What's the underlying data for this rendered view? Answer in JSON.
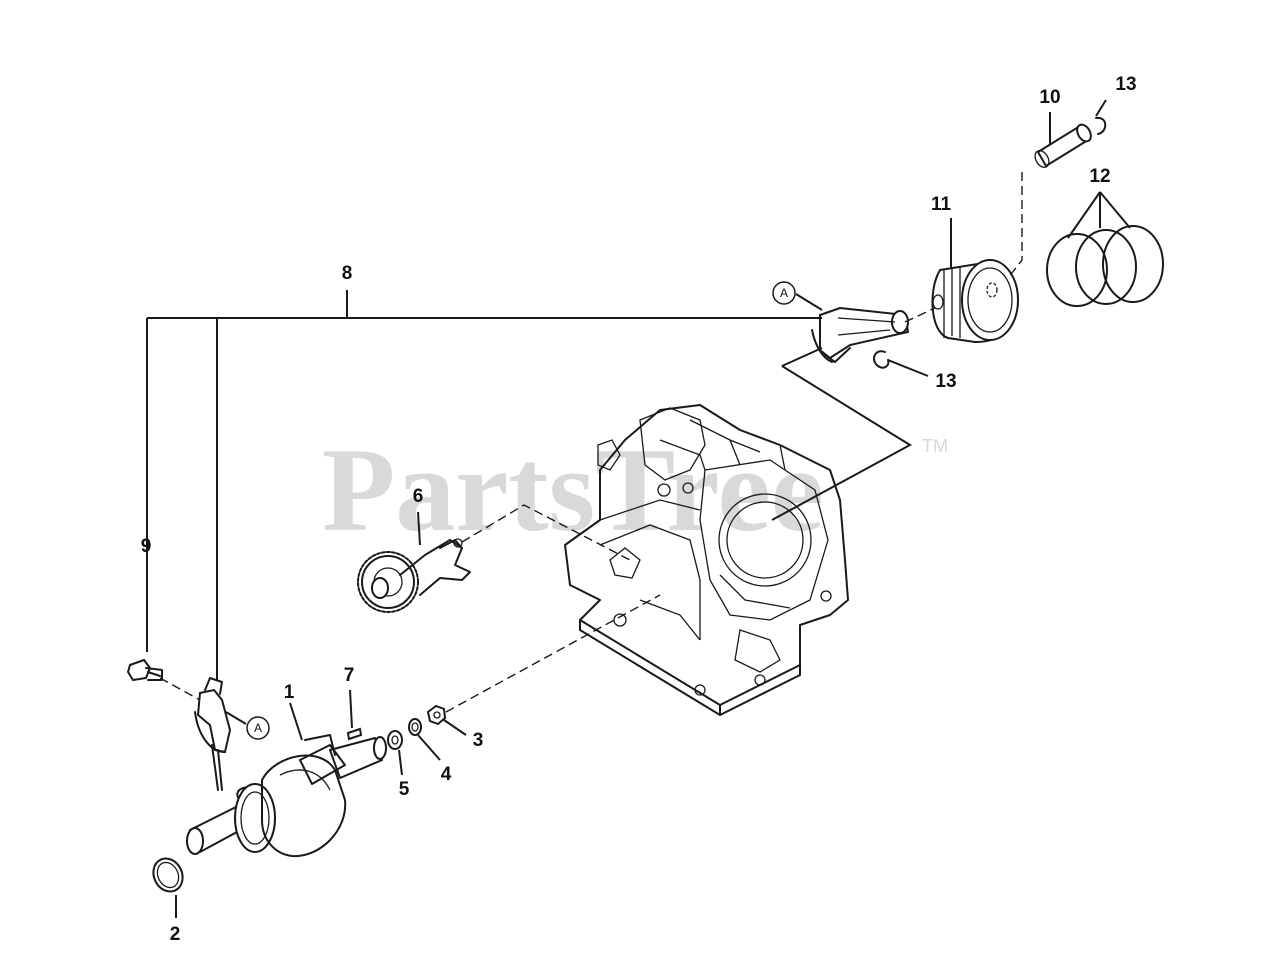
{
  "watermark": {
    "text": "PartsTree",
    "tm": "TM"
  },
  "reference_label": "A",
  "callouts": {
    "c1": "1",
    "c2": "2",
    "c3": "3",
    "c4": "4",
    "c5": "5",
    "c6": "6",
    "c7": "7",
    "c8": "8",
    "c9": "9",
    "c10": "10",
    "c11": "11",
    "c12": "12",
    "c13a": "13",
    "c13b": "13"
  },
  "colors": {
    "line": "#1a1a1a",
    "watermark": "#d9d9d9",
    "background": "#ffffff"
  }
}
